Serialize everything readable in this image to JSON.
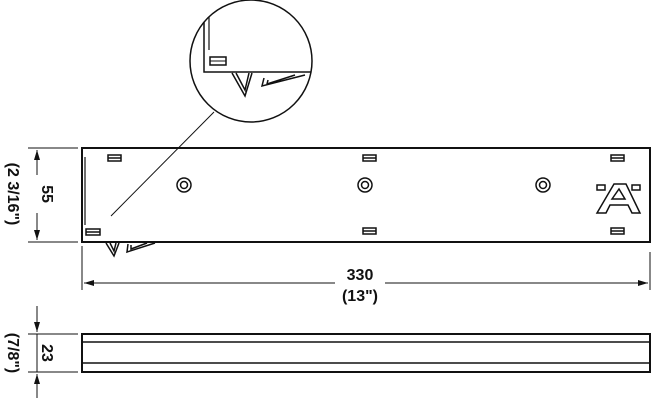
{
  "dimensions": {
    "height_mm": "55",
    "height_in": "(2 3/16\")",
    "length_mm": "330",
    "length_in": "(13\")",
    "thickness_mm": "23",
    "thickness_in": "(7/8\")"
  },
  "marking_letter": "A",
  "colors": {
    "line": "#111111",
    "background": "#ffffff"
  }
}
